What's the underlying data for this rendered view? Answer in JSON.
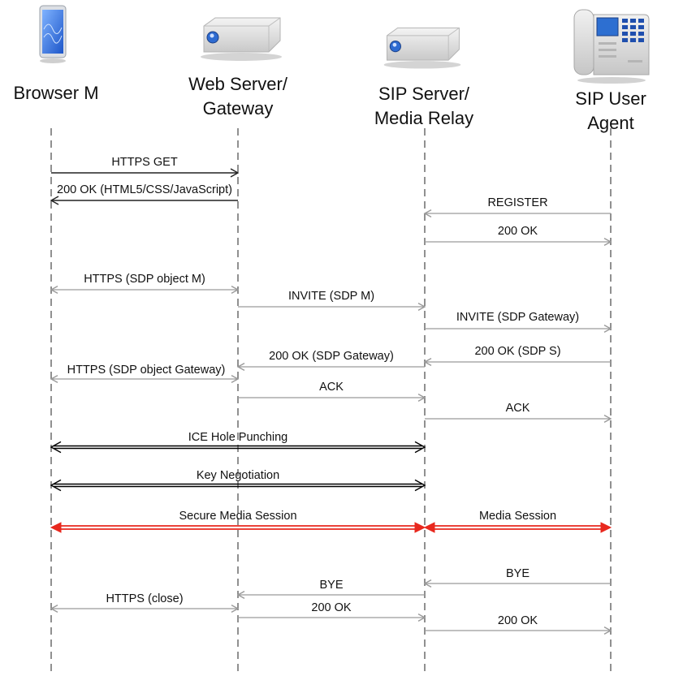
{
  "participants": [
    {
      "id": "browser",
      "label": "Browser M",
      "icon": "tablet-icon"
    },
    {
      "id": "web",
      "label": "Web Server/\nGateway",
      "icon": "server-icon"
    },
    {
      "id": "sip",
      "label": "SIP Server/\nMedia Relay",
      "icon": "server-icon"
    },
    {
      "id": "ua",
      "label": "SIP User Agent",
      "icon": "ip-phone-icon"
    }
  ],
  "messages": [
    {
      "label": "HTTPS GET",
      "from": "browser",
      "to": "web",
      "style": "dark"
    },
    {
      "label": "200 OK (HTML5/CSS/JavaScript)",
      "from": "web",
      "to": "browser",
      "style": "dark"
    },
    {
      "label": "REGISTER",
      "from": "ua",
      "to": "sip",
      "style": "gray"
    },
    {
      "label": "200 OK",
      "from": "sip",
      "to": "ua",
      "style": "gray"
    },
    {
      "label": "HTTPS  (SDP object M)",
      "from": "browser",
      "to": "web",
      "style": "gray",
      "bidirectional": true
    },
    {
      "label": "INVITE (SDP M)",
      "from": "web",
      "to": "sip",
      "style": "gray"
    },
    {
      "label": "INVITE (SDP Gateway)",
      "from": "sip",
      "to": "ua",
      "style": "gray"
    },
    {
      "label": "200 OK (SDP Gateway)",
      "from": "sip",
      "to": "web",
      "style": "gray"
    },
    {
      "label": "200 OK (SDP S)",
      "from": "ua",
      "to": "sip",
      "style": "gray"
    },
    {
      "label": "HTTPS (SDP object Gateway)",
      "from": "browser",
      "to": "web",
      "style": "gray",
      "bidirectional": true
    },
    {
      "label": "ACK",
      "from": "web",
      "to": "sip",
      "style": "gray"
    },
    {
      "label": "ACK",
      "from": "sip",
      "to": "ua",
      "style": "gray"
    },
    {
      "label": "ICE Hole Punching",
      "from": "browser",
      "to": "sip",
      "style": "bold",
      "bidirectional": true
    },
    {
      "label": "Key Negotiation",
      "from": "browser",
      "to": "sip",
      "style": "bold",
      "bidirectional": true
    },
    {
      "label": "Secure Media Session",
      "from": "browser",
      "to": "sip",
      "style": "red",
      "bidirectional": true
    },
    {
      "label": "Media Session",
      "from": "sip",
      "to": "ua",
      "style": "red",
      "bidirectional": true
    },
    {
      "label": "BYE",
      "from": "ua",
      "to": "sip",
      "style": "gray"
    },
    {
      "label": "BYE",
      "from": "sip",
      "to": "web",
      "style": "gray"
    },
    {
      "label": "HTTPS (close)",
      "from": "browser",
      "to": "web",
      "style": "gray",
      "bidirectional": true
    },
    {
      "label": "200 OK",
      "from": "web",
      "to": "sip",
      "style": "gray"
    },
    {
      "label": "200 OK",
      "from": "sip",
      "to": "ua",
      "style": "gray"
    }
  ],
  "colors": {
    "dark": "#222222",
    "gray": "#9a9a9a",
    "bold": "#000000",
    "red": "#e8281e",
    "lifeline": "#555555"
  }
}
